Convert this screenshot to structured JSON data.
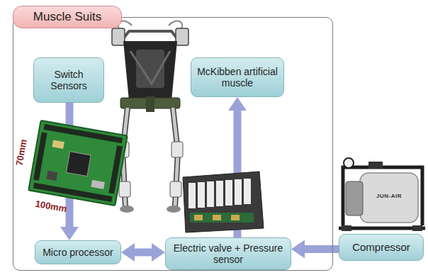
{
  "diagram": {
    "nodes": [
      {
        "text": [
          "Muscle Suits"
        ]
      },
      {
        "text": [
          "Switch Sensors"
        ],
        "in": 0
      },
      {
        "text": [
          "McKibben artificial muscle"
        ],
        "in": 0
      },
      {
        "text": [
          "Micro processor"
        ],
        "in": 0
      },
      {
        "text": [
          "Electric valve + Pressure sensor"
        ],
        "in": 0
      },
      {
        "text": [
          "Compressor"
        ]
      }
    ],
    "edges": [
      {
        "from": 1,
        "to": 3,
        "arrow": "to"
      },
      {
        "from": 3,
        "to": 4,
        "arrow": "both"
      },
      {
        "from": 4,
        "to": 2,
        "arrow": "to"
      },
      {
        "from": 5,
        "to": 4,
        "arrow": "to"
      }
    ],
    "labels": [
      "70mm",
      "100mm",
      "JUN-AIR"
    ]
  }
}
